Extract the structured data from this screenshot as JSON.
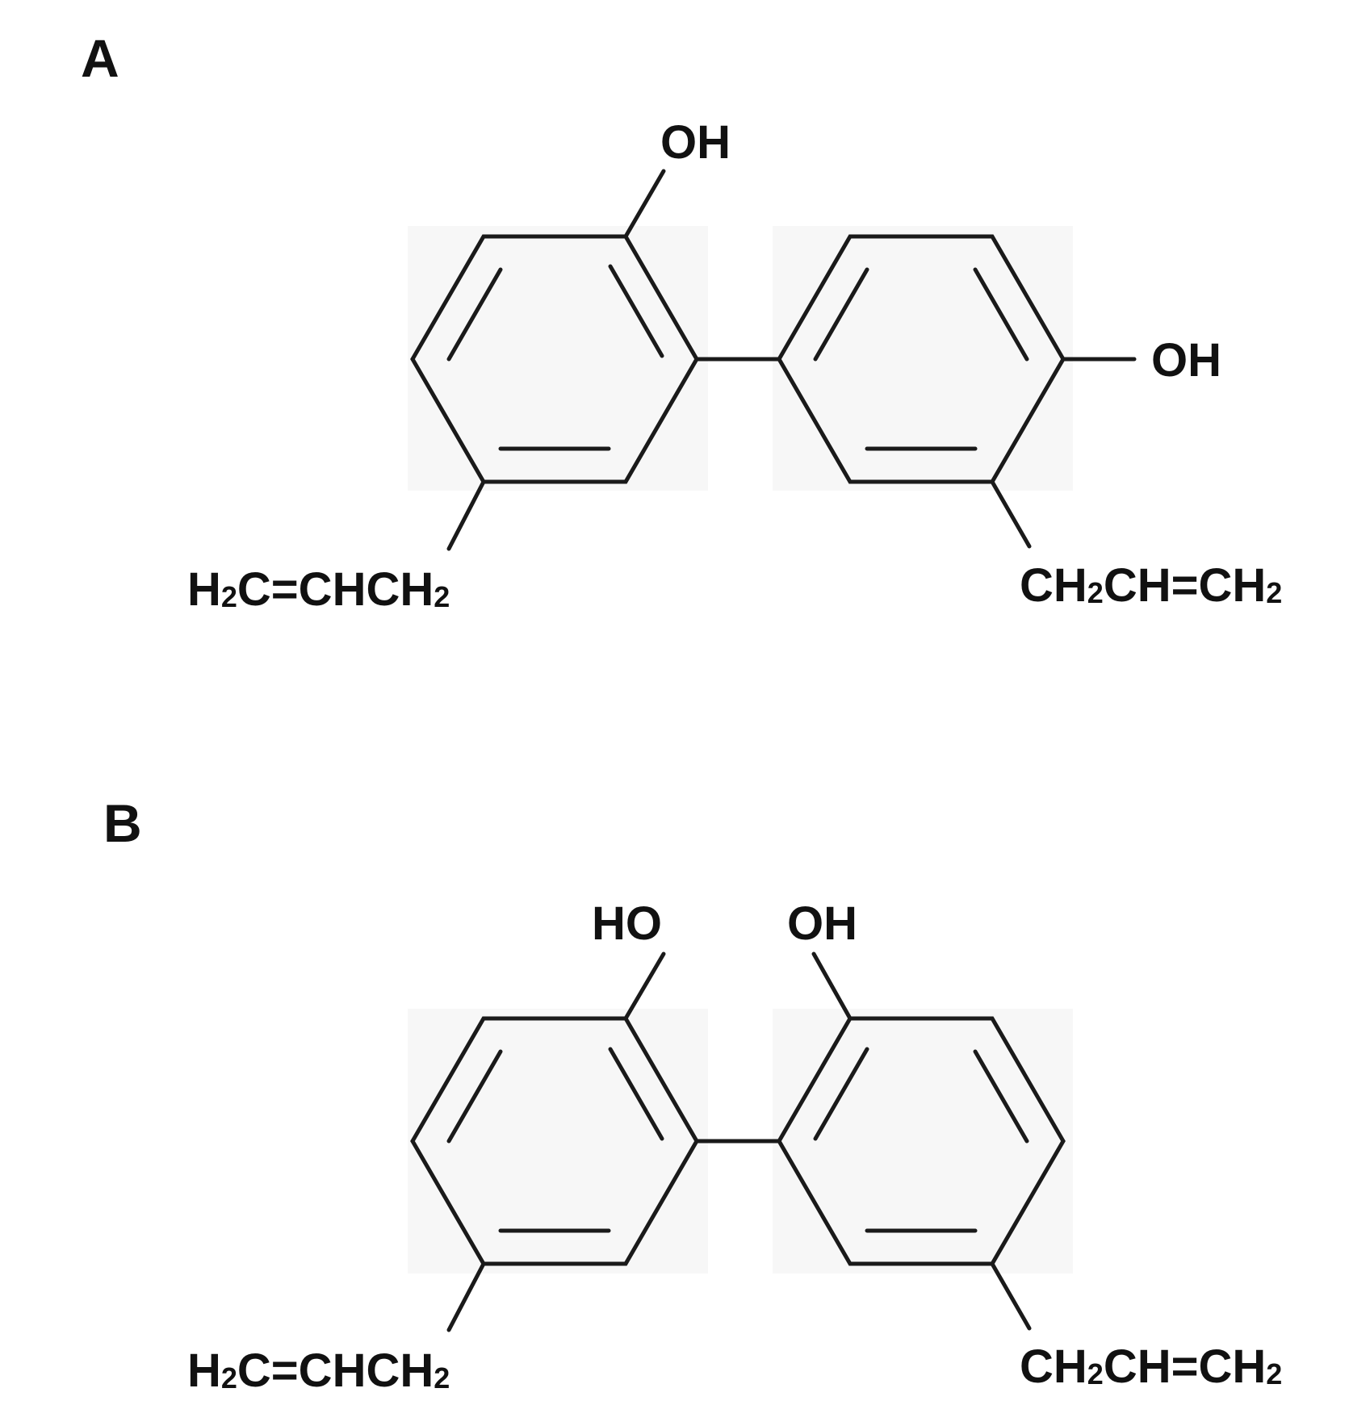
{
  "panels": [
    {
      "label": "A",
      "hydroxyl_top": "OH",
      "hydroxyl_right": "OH",
      "left_chain": {
        "a": "H",
        "a_sub": "2",
        "b": "C=CHCH",
        "b_sub": "2"
      },
      "right_chain": {
        "a": "CH",
        "a_sub": "2",
        "b": "CH=CH",
        "b_sub": "2"
      }
    },
    {
      "label": "B",
      "hydroxyl_left": "HO",
      "hydroxyl_right": "OH",
      "left_chain": {
        "a": "H",
        "a_sub": "2",
        "b": "C=CHCH",
        "b_sub": "2"
      },
      "right_chain": {
        "a": "CH",
        "a_sub": "2",
        "b": "CH=CH",
        "b_sub": "2"
      }
    }
  ],
  "colors": {
    "bond": "#1a1a1a",
    "ring_shade": "#f7f7f7"
  }
}
